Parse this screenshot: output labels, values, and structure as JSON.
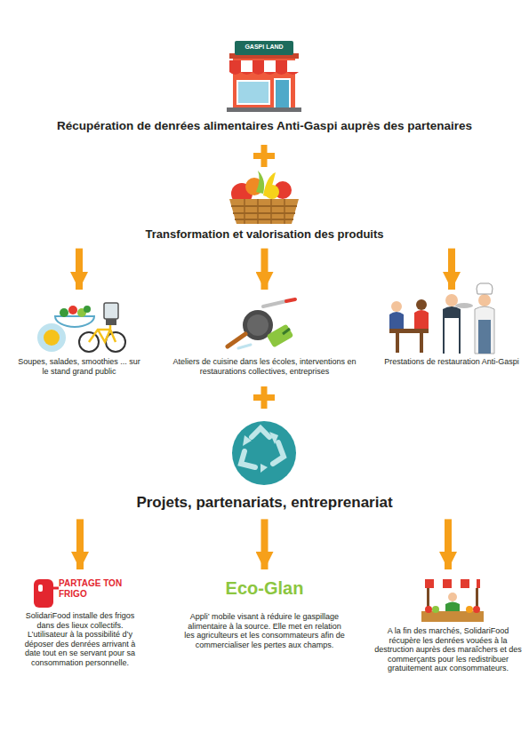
{
  "diagram": {
    "nodes": [
      {
        "text": [
          "Récupération de denrées alimentaires Anti-Gaspi auprès des partenaires"
        ]
      },
      {
        "text": [
          "Transformation et valorisation des produits"
        ]
      },
      {
        "text": [
          "Soupes, salades, smoothies ... sur le stand grand public"
        ]
      },
      {
        "text": [
          "Ateliers de cuisine dans les écoles, interventions en restaurations collectives, entreprises"
        ]
      },
      {
        "text": [
          "Prestations de restauration Anti-Gaspi"
        ]
      },
      {
        "text": [
          "Projets, partenariats, entreprenariat"
        ]
      },
      {
        "text": [
          "PARTAGE TON FRIGO",
          "SolidariFood installe des frigos dans des lieux collectifs. L’utilisateur à la possibilité d’y déposer des denrées arrivant à date tout en se servant pour sa consommation personnelle."
        ]
      },
      {
        "text": [
          "Eco-Glan",
          "Appli’ mobile visant à réduire le gaspillage alimentaire à la source. Elle met en relation les agriculteurs et les consommateurs afin de commercialiser les pertes aux champs."
        ]
      },
      {
        "text": [
          "A la fin des marchés, SolidariFood récupère les denrées vouées à la destruction auprès des maraîchers et des commerçants pour les redistribuer gratuitement aux consommateurs."
        ]
      }
    ],
    "edges": [
      {
        "from": 1,
        "to": 2,
        "arrow": "to"
      },
      {
        "from": 1,
        "to": 3,
        "arrow": "to"
      },
      {
        "from": 1,
        "to": 4,
        "arrow": "to"
      },
      {
        "from": 5,
        "to": 6,
        "arrow": "to"
      },
      {
        "from": 5,
        "to": 7,
        "arrow": "to"
      },
      {
        "from": 5,
        "to": 8,
        "arrow": "to"
      }
    ],
    "labels": [
      "GASPI LAND"
    ]
  }
}
